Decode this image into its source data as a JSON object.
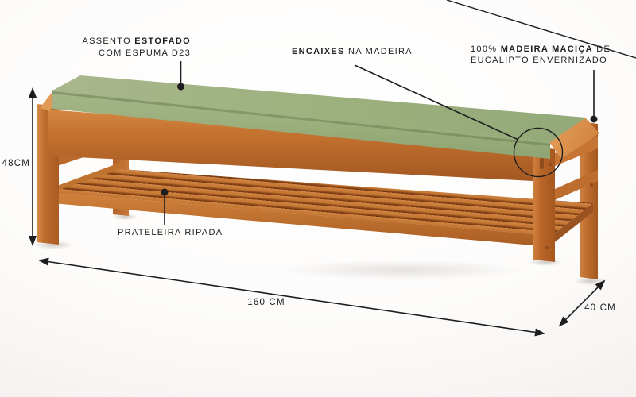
{
  "labels": {
    "seat": {
      "pre": "ASSENTO ",
      "bold": "ESTOFADO",
      "line2": "COM ESPUMA D23"
    },
    "joinery": {
      "bold": "ENCAIXES",
      "post": " NA MADEIRA"
    },
    "wood": {
      "pre": "100% ",
      "bold": "MADEIRA MACIÇA",
      "post": " DE",
      "line2": "EUCALIPTO ENVERNIZADO"
    },
    "shelf": {
      "text": "PRATELEIRA RIPADA"
    }
  },
  "dimensions": {
    "height": "48CM",
    "length": "160 CM",
    "depth": "40 CM"
  },
  "colors": {
    "ink": "#1d1d1d",
    "background": "#fdfdfc",
    "wood": "#c4722f",
    "wood_light": "#d88d49",
    "wood_dark": "#9f5520",
    "cushion_top": "#9db17e",
    "cushion_shadow": "#8da371"
  }
}
